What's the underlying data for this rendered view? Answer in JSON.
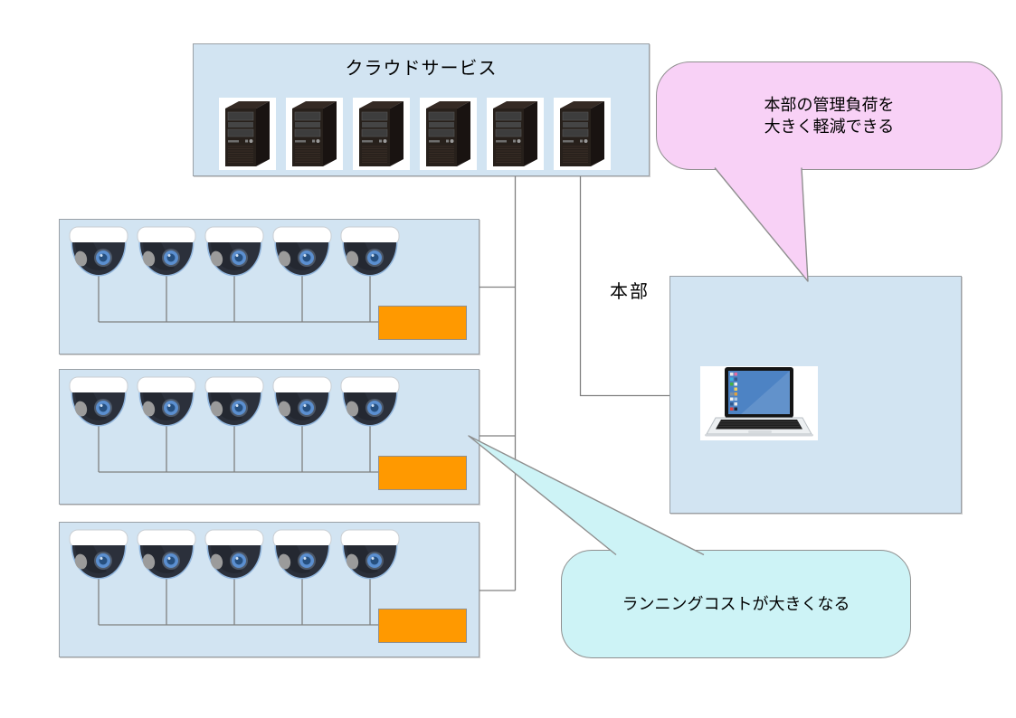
{
  "diagram": {
    "cloud": {
      "title": "クラウドサービス",
      "server_count": 6
    },
    "stores": {
      "count": 3,
      "cameras_per_store": 5
    },
    "hq": {
      "label": "本部"
    },
    "callouts": {
      "management": {
        "line1": "本部の管理負荷を",
        "line2": "大きく軽減できる"
      },
      "cost": {
        "text": "ランニングコストが大きくなる"
      }
    },
    "colors": {
      "panel_fill": "#d2e4f2",
      "panel_border": "#9aa0a6",
      "recorder_fill": "#ff9900",
      "callout_pink": "#f8d1f6",
      "callout_cyan": "#cdf3f6",
      "connector": "#808080"
    }
  }
}
